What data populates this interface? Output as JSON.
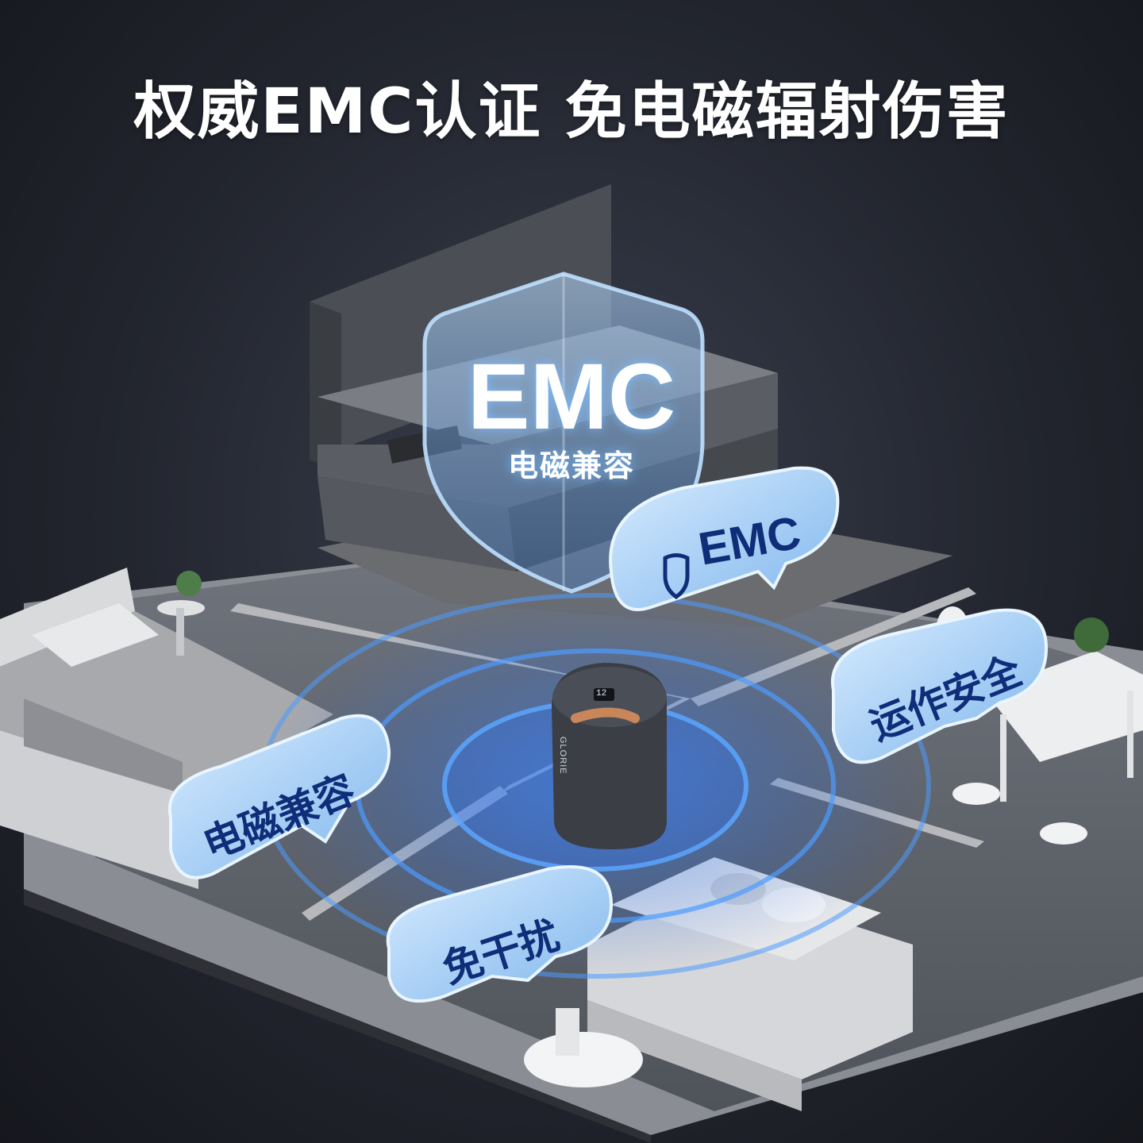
{
  "headline": "权威EMC认证 免电磁辐射伤害",
  "shield": {
    "title": "EMC",
    "subtitle": "电磁兼容"
  },
  "bubbles": {
    "emc": "EMC",
    "emc_icon": "shield-icon",
    "safe": "运作安全",
    "compat": "电磁兼容",
    "no_interference": "免干扰"
  },
  "device": {
    "brand": "GLORIE",
    "display": "12"
  },
  "colors": {
    "background": "#23262f",
    "headline": "#ffffff",
    "bubble_text": "#0f2d78",
    "bubble_fill": "#9fcaf3",
    "glow": "#2f7dff"
  }
}
